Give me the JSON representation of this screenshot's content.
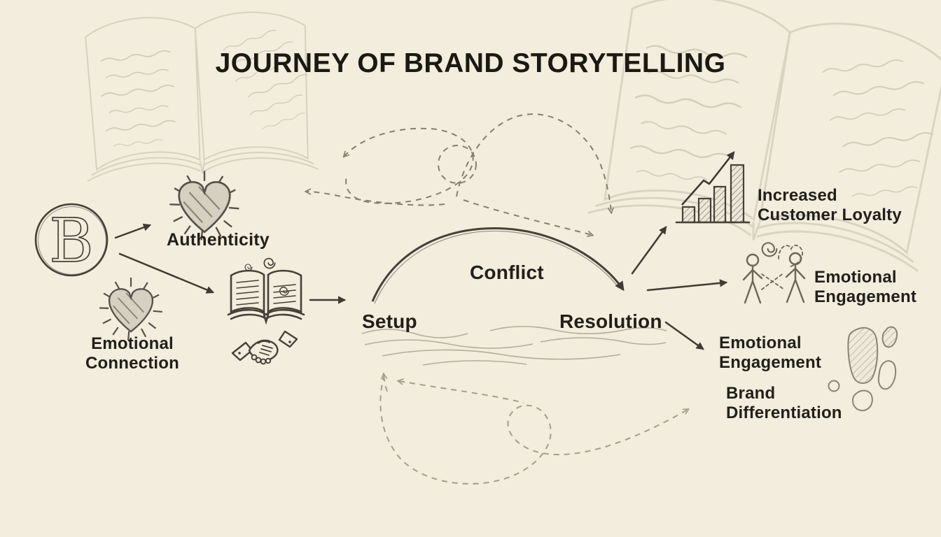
{
  "title": "JOURNEY OF BRAND STORYTELLING",
  "brand_logo": {
    "letter": "B"
  },
  "nodes": {
    "authenticity": "Authenticity",
    "emotional_connection": "Emotional Connection",
    "setup": "Setup",
    "conflict": "Conflict",
    "resolution": "Resolution",
    "increased_customer_loyalty": "Increased Customer Loyalty",
    "emotional_engagement_right": "Emotional Engagement",
    "emotional_engagement_lower": "Emotional Engagement",
    "brand_differentiation": "Brand Differentiation"
  },
  "icons": {
    "brand-logo-icon": "circled letter B",
    "heart-burst-icon": "sketched heart with radiating rays",
    "storybook-icon": "open book with swirls",
    "handshake-icon": "handshake",
    "growth-chart-icon": "rising bar chart with zigzag arrow",
    "people-engagement-icon": "two figures joined by dashed lines and spiral",
    "footprints-icon": "footprint with toe prints",
    "notebook-sketch": "faded open notebook with handwriting"
  },
  "colors": {
    "background": "#f2eddc",
    "ink": "#1f1d18",
    "sketch": "#45403a",
    "faint_sketch": "#d7d1c0",
    "handwriting": "#d0cab8",
    "doodle": "#84806f",
    "doodle_light": "#a49e8c",
    "wave": "#b3ad9c"
  }
}
